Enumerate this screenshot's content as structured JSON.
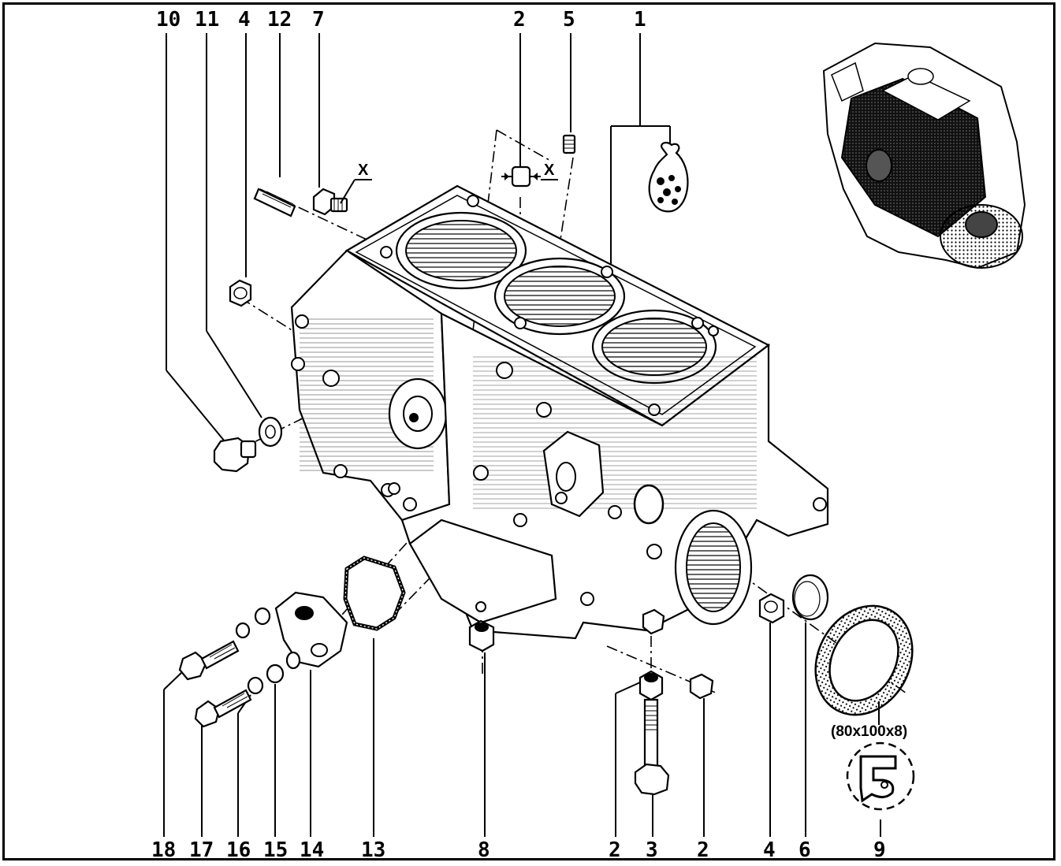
{
  "callouts_top": [
    "10",
    "11",
    "4",
    "12",
    "7",
    "2",
    "5",
    "1"
  ],
  "callouts_bottom": [
    "18",
    "17",
    "16",
    "15",
    "14",
    "13",
    "8",
    "2",
    "3",
    "2",
    "4",
    "6",
    "9"
  ],
  "x_marks": [
    "X",
    "X"
  ],
  "seal_dimension": "(80x100x8)"
}
